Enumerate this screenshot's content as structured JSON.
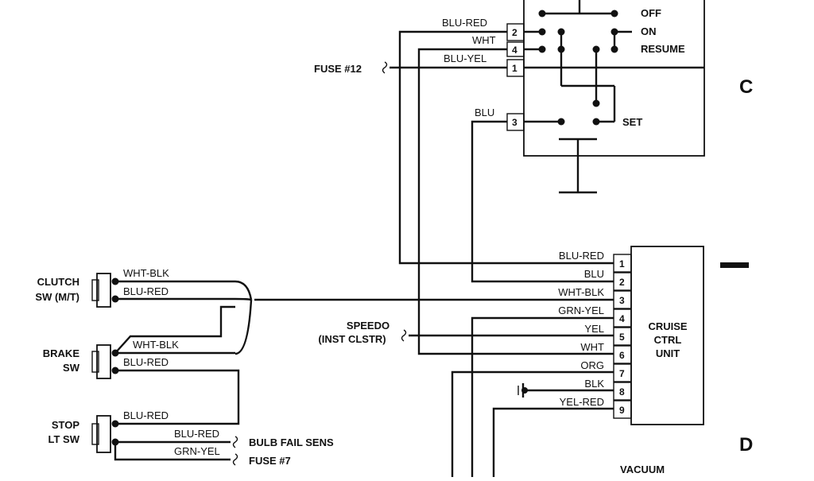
{
  "section_letters": {
    "top": "C",
    "bottom": "D"
  },
  "cruise_switch": {
    "positions": {
      "off": "OFF",
      "on": "ON",
      "resume": "RESUME",
      "set": "SET"
    },
    "pins": {
      "p2": "2",
      "p4": "4",
      "p1": "1",
      "p3": "3"
    },
    "wires": {
      "blu_red": "BLU-RED",
      "wht": "WHT",
      "blu_yel": "BLU-YEL",
      "blu": "BLU"
    },
    "fuse": "FUSE #12"
  },
  "cruise_control_unit": {
    "title_lines": [
      "CRUISE",
      "CTRL",
      "UNIT"
    ],
    "pins": [
      "1",
      "2",
      "3",
      "4",
      "5",
      "6",
      "7",
      "8",
      "9"
    ],
    "wires": [
      "BLU-RED",
      "BLU",
      "WHT-BLK",
      "GRN-YEL",
      "YEL",
      "WHT",
      "ORG",
      "BLK",
      "YEL-RED"
    ],
    "speedo_lines": [
      "SPEEDO",
      "(INST CLSTR)"
    ]
  },
  "switches": {
    "clutch": {
      "lines": [
        "CLUTCH",
        "SW (M/T)"
      ],
      "wire_top": "WHT-BLK",
      "wire_bottom": "BLU-RED"
    },
    "brake": {
      "lines": [
        "BRAKE",
        "SW"
      ],
      "wire_top": "WHT-BLK",
      "wire_bottom": "BLU-RED"
    },
    "stop_light": {
      "lines": [
        "STOP",
        "LT SW"
      ],
      "wire_top": "BLU-RED",
      "wire_mid": "BLU-RED",
      "wire_bottom": "GRN-YEL"
    }
  },
  "destinations": {
    "bulb_fail": "BULB FAIL SENS",
    "fuse7": "FUSE #7",
    "vacuum": "VACUUM"
  }
}
